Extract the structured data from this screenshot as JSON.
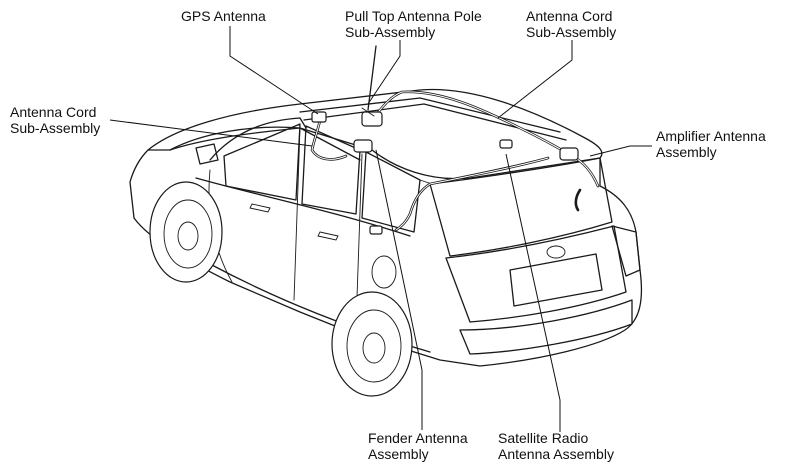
{
  "diagram": {
    "labels": {
      "gps_antenna": [
        "GPS Antenna"
      ],
      "pull_top_antenna_pole": [
        "Pull Top Antenna Pole",
        "Sub-Assembly"
      ],
      "antenna_cord_top": [
        "Antenna Cord",
        "Sub-Assembly"
      ],
      "antenna_cord_left": [
        "Antenna Cord",
        "Sub-Assembly"
      ],
      "amplifier_antenna": [
        "Amplifier Antenna",
        "Assembly"
      ],
      "fender_antenna": [
        "Fender Antenna",
        "Assembly"
      ],
      "satellite_radio_antenna": [
        "Satellite Radio",
        "Antenna Assembly"
      ]
    }
  }
}
